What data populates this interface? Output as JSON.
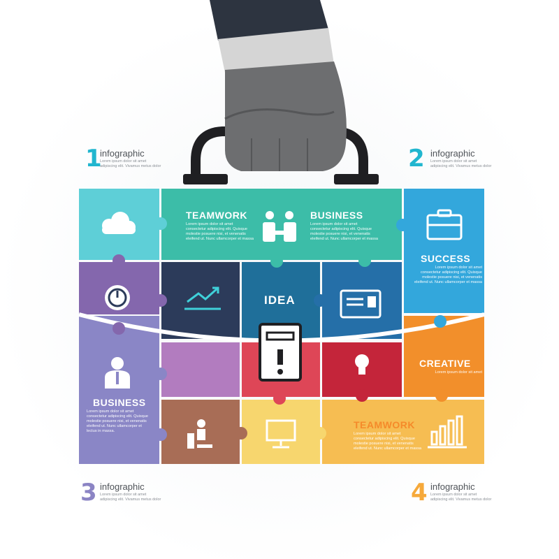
{
  "labels": [
    {
      "num": "1",
      "word": "infographic",
      "line1": "Lorem ipsum dolor sit amet",
      "line2": "adipiscing elit. Vivamus metus dolor",
      "color": "#21b6cf"
    },
    {
      "num": "2",
      "word": "infographic",
      "line1": "Lorem ipsum dolor sit amet",
      "line2": "adipiscing elit. Vivamus metus dolor",
      "color": "#21b6cf"
    },
    {
      "num": "3",
      "word": "infographic",
      "line1": "Lorem ipsum dolor sit amet",
      "line2": "adipiscing elit. Vivamus metus dolor",
      "color": "#8b84c4"
    },
    {
      "num": "4",
      "word": "infographic",
      "line1": "Lorem ipsum dolor sit amet",
      "line2": "adipiscing elit. Vivamus metus dolor",
      "color": "#f6a93a"
    }
  ],
  "blocks": {
    "teamwork_top": {
      "title": "TEAMWORK",
      "line1": "Lorem ipsum dolor sit amet",
      "line2": "consectetur adipiscing elit. Quisque",
      "line3": "molestie posuere nisi, et venenatis",
      "line4": "eleifend ut. Nunc ullamcorper et massa"
    },
    "business_top": {
      "title": "BUSINESS",
      "line1": "Lorem ipsum dolor sit amet",
      "line2": "consectetur adipiscing elit. Quisque",
      "line3": "molestie posuere nisi, et venenatis",
      "line4": "eleifend ut. Nunc ullamcorper et massa"
    },
    "success": {
      "title": "SUCCESS",
      "line1": "Lorem ipsum dolor sit amet",
      "line2": "consectetur adipiscing elit. Quisque",
      "line3": "molestie posuere nisi, et venenatis",
      "line4": "eleifend ut. Nunc ullamcorper et massa"
    },
    "idea": {
      "title": "IDEA"
    },
    "creative": {
      "title": "CREATIVE",
      "line1": "Lorem ipsum dolor sit amet"
    },
    "business_left": {
      "title": "BUSINESS",
      "line1": "Lorem ipsum dolor sit amet",
      "line2": "consectetur adipiscing elit. Quisque",
      "line3": "molestie posuere nisi, et venenatis",
      "line4": "eleifend ut. Nunc ullamcorper et",
      "line5": "lectus in massa."
    },
    "teamwork_bottom": {
      "title": "TEAMWORK",
      "line1": "Lorem ipsum dolor sit amet",
      "line2": "consectetur adipiscing elit. Quisque",
      "line3": "molestie posuere nisi, et venenatis",
      "line4": "eleifend ut. Nunc ullamcorper et massa"
    }
  },
  "icons": [
    "cloud-icon",
    "handshake-icon",
    "briefcase-icon",
    "clock-icon",
    "growth-chart-icon",
    "id-card-icon",
    "server-icon",
    "businessman-icon",
    "lightbulb-icon",
    "office-worker-icon",
    "computer-icon",
    "bar-chart-icon"
  ],
  "colors": {
    "cyan": "#5ecfd7",
    "teal": "#3cbda8",
    "blue": "#33a7dc",
    "purple": "#8467ad",
    "navy": "#2c3b5a",
    "lavender": "#8a86c6",
    "orchid": "#b27cbf",
    "red": "#de4657",
    "orange": "#f28f2b",
    "brown": "#a86d56",
    "yellow": "#f7d66e",
    "amber": "#f6bd52"
  }
}
